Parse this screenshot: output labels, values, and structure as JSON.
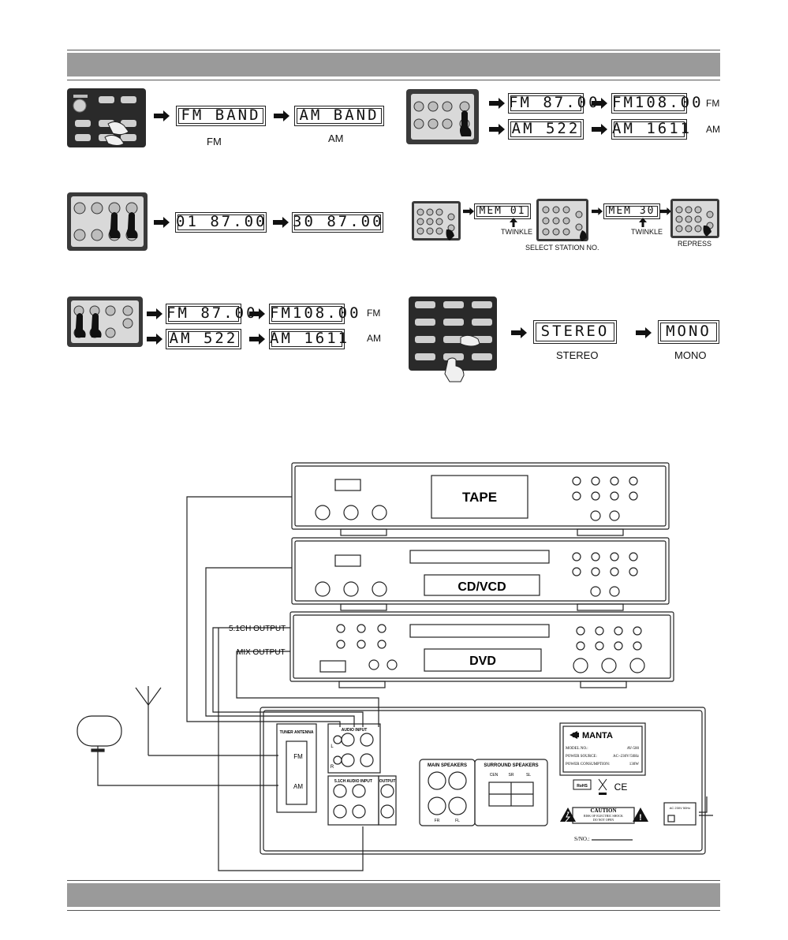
{
  "displays": {
    "fm_band": "FM BAND",
    "am_band": "AM BAND",
    "fm_87": "FM 87.00",
    "fm_108": "FM108.00",
    "am_522": "AM 522",
    "am_1611": "AM 1611",
    "preset_01": "01 87.00",
    "preset_30": "30 87.00",
    "mem_01": "MEM 01",
    "mem_30": "MEM 30",
    "stereo": "STEREO",
    "mono": "MONO"
  },
  "labels": {
    "fm": "FM",
    "am": "AM",
    "twinkle": "TWINKLE",
    "select_station": "SELECT STATION NO.",
    "repress": "REPRESS",
    "stereo": "STEREO",
    "mono": "MONO"
  },
  "hookup": {
    "tape": "TAPE",
    "cd_vcd": "CD/VCD",
    "dvd": "DVD",
    "out_51": "5.1CH OUTPUT",
    "mix_out": "MIX OUTPUT",
    "fm_terminal": "FM",
    "am_terminal": "AM",
    "tuner_antenna": "TUNER ANTENNA",
    "audio_input": "AUDIO INPUT",
    "ch51_input": "5.1CH AUDIO INPUT",
    "output": "OUTPUT",
    "main_speakers": "MAIN SPEAKERS",
    "surround_speakers": "SURROUND SPEAKERS",
    "brand": "MANTA",
    "model_no_label": "MODEL NO.:",
    "model_no": "AV-500",
    "power_source_label": "POWER SOURCE:",
    "power_source": "AC~230V/50Hz",
    "power_consumption_label": "POWER CONSUMPTION:",
    "power_consumption": "130W",
    "caution": "CAUTION",
    "caution_1": "RISK OF ELECTRIC SHOCK",
    "caution_2": "DO NOT OPEN",
    "sno": "S/NO.:",
    "ac_label": "AC 230V 50Hz",
    "ce": "CE",
    "rohs": "RoHS",
    "spk_fr": "FR",
    "spk_fl": "FL",
    "spk_cen": "CEN",
    "spk_sr": "SR",
    "spk_sl": "SL",
    "in_l": "L",
    "in_r": "R"
  },
  "colors": {
    "header_bar": "#9a9a9a",
    "ink": "#111111",
    "remote_body": "#2a2a2a",
    "remote_button": "#cfcfcf"
  }
}
